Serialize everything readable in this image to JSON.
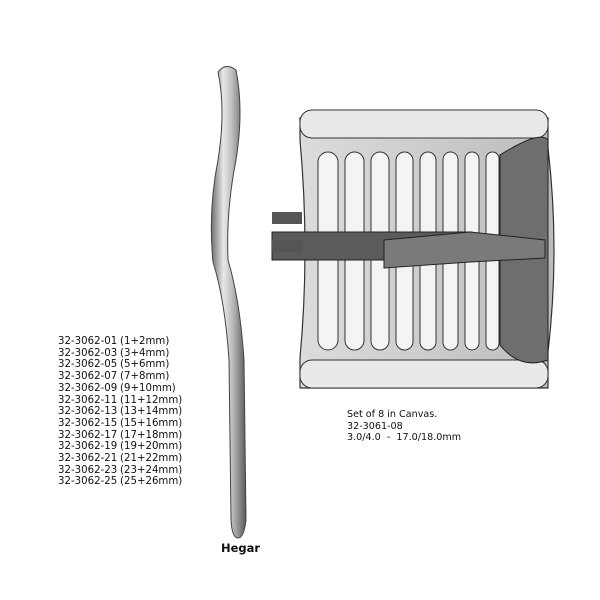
{
  "dilator_sizes": [
    {
      "code": "32-3062-01",
      "size": "(1+2mm)"
    },
    {
      "code": "32-3062-03",
      "size": "(3+4mm)"
    },
    {
      "code": "32-3062-05",
      "size": "(5+6mm)"
    },
    {
      "code": "32-3062-07",
      "size": "(7+8mm)"
    },
    {
      "code": "32-3062-09",
      "size": "(9+10mm)"
    },
    {
      "code": "32-3062-11",
      "size": "(11+12mm)"
    },
    {
      "code": "32-3062-13",
      "size": "(13+14mm)"
    },
    {
      "code": "32-3062-15",
      "size": "(15+16mm)"
    },
    {
      "code": "32-3062-17",
      "size": "(17+18mm)"
    },
    {
      "code": "32-3062-19",
      "size": "(19+20mm)"
    },
    {
      "code": "32-3062-21",
      "size": "(21+22mm)"
    },
    {
      "code": "32-3062-23",
      "size": "(23+24mm)"
    },
    {
      "code": "32-3062-25",
      "size": "(25+26mm)"
    }
  ],
  "set": {
    "title": "Set of 8 in Canvas.",
    "code": "32-3061-08",
    "range": "3.0/4.0  -  17.0/18.0mm"
  },
  "caption": "Hegar"
}
